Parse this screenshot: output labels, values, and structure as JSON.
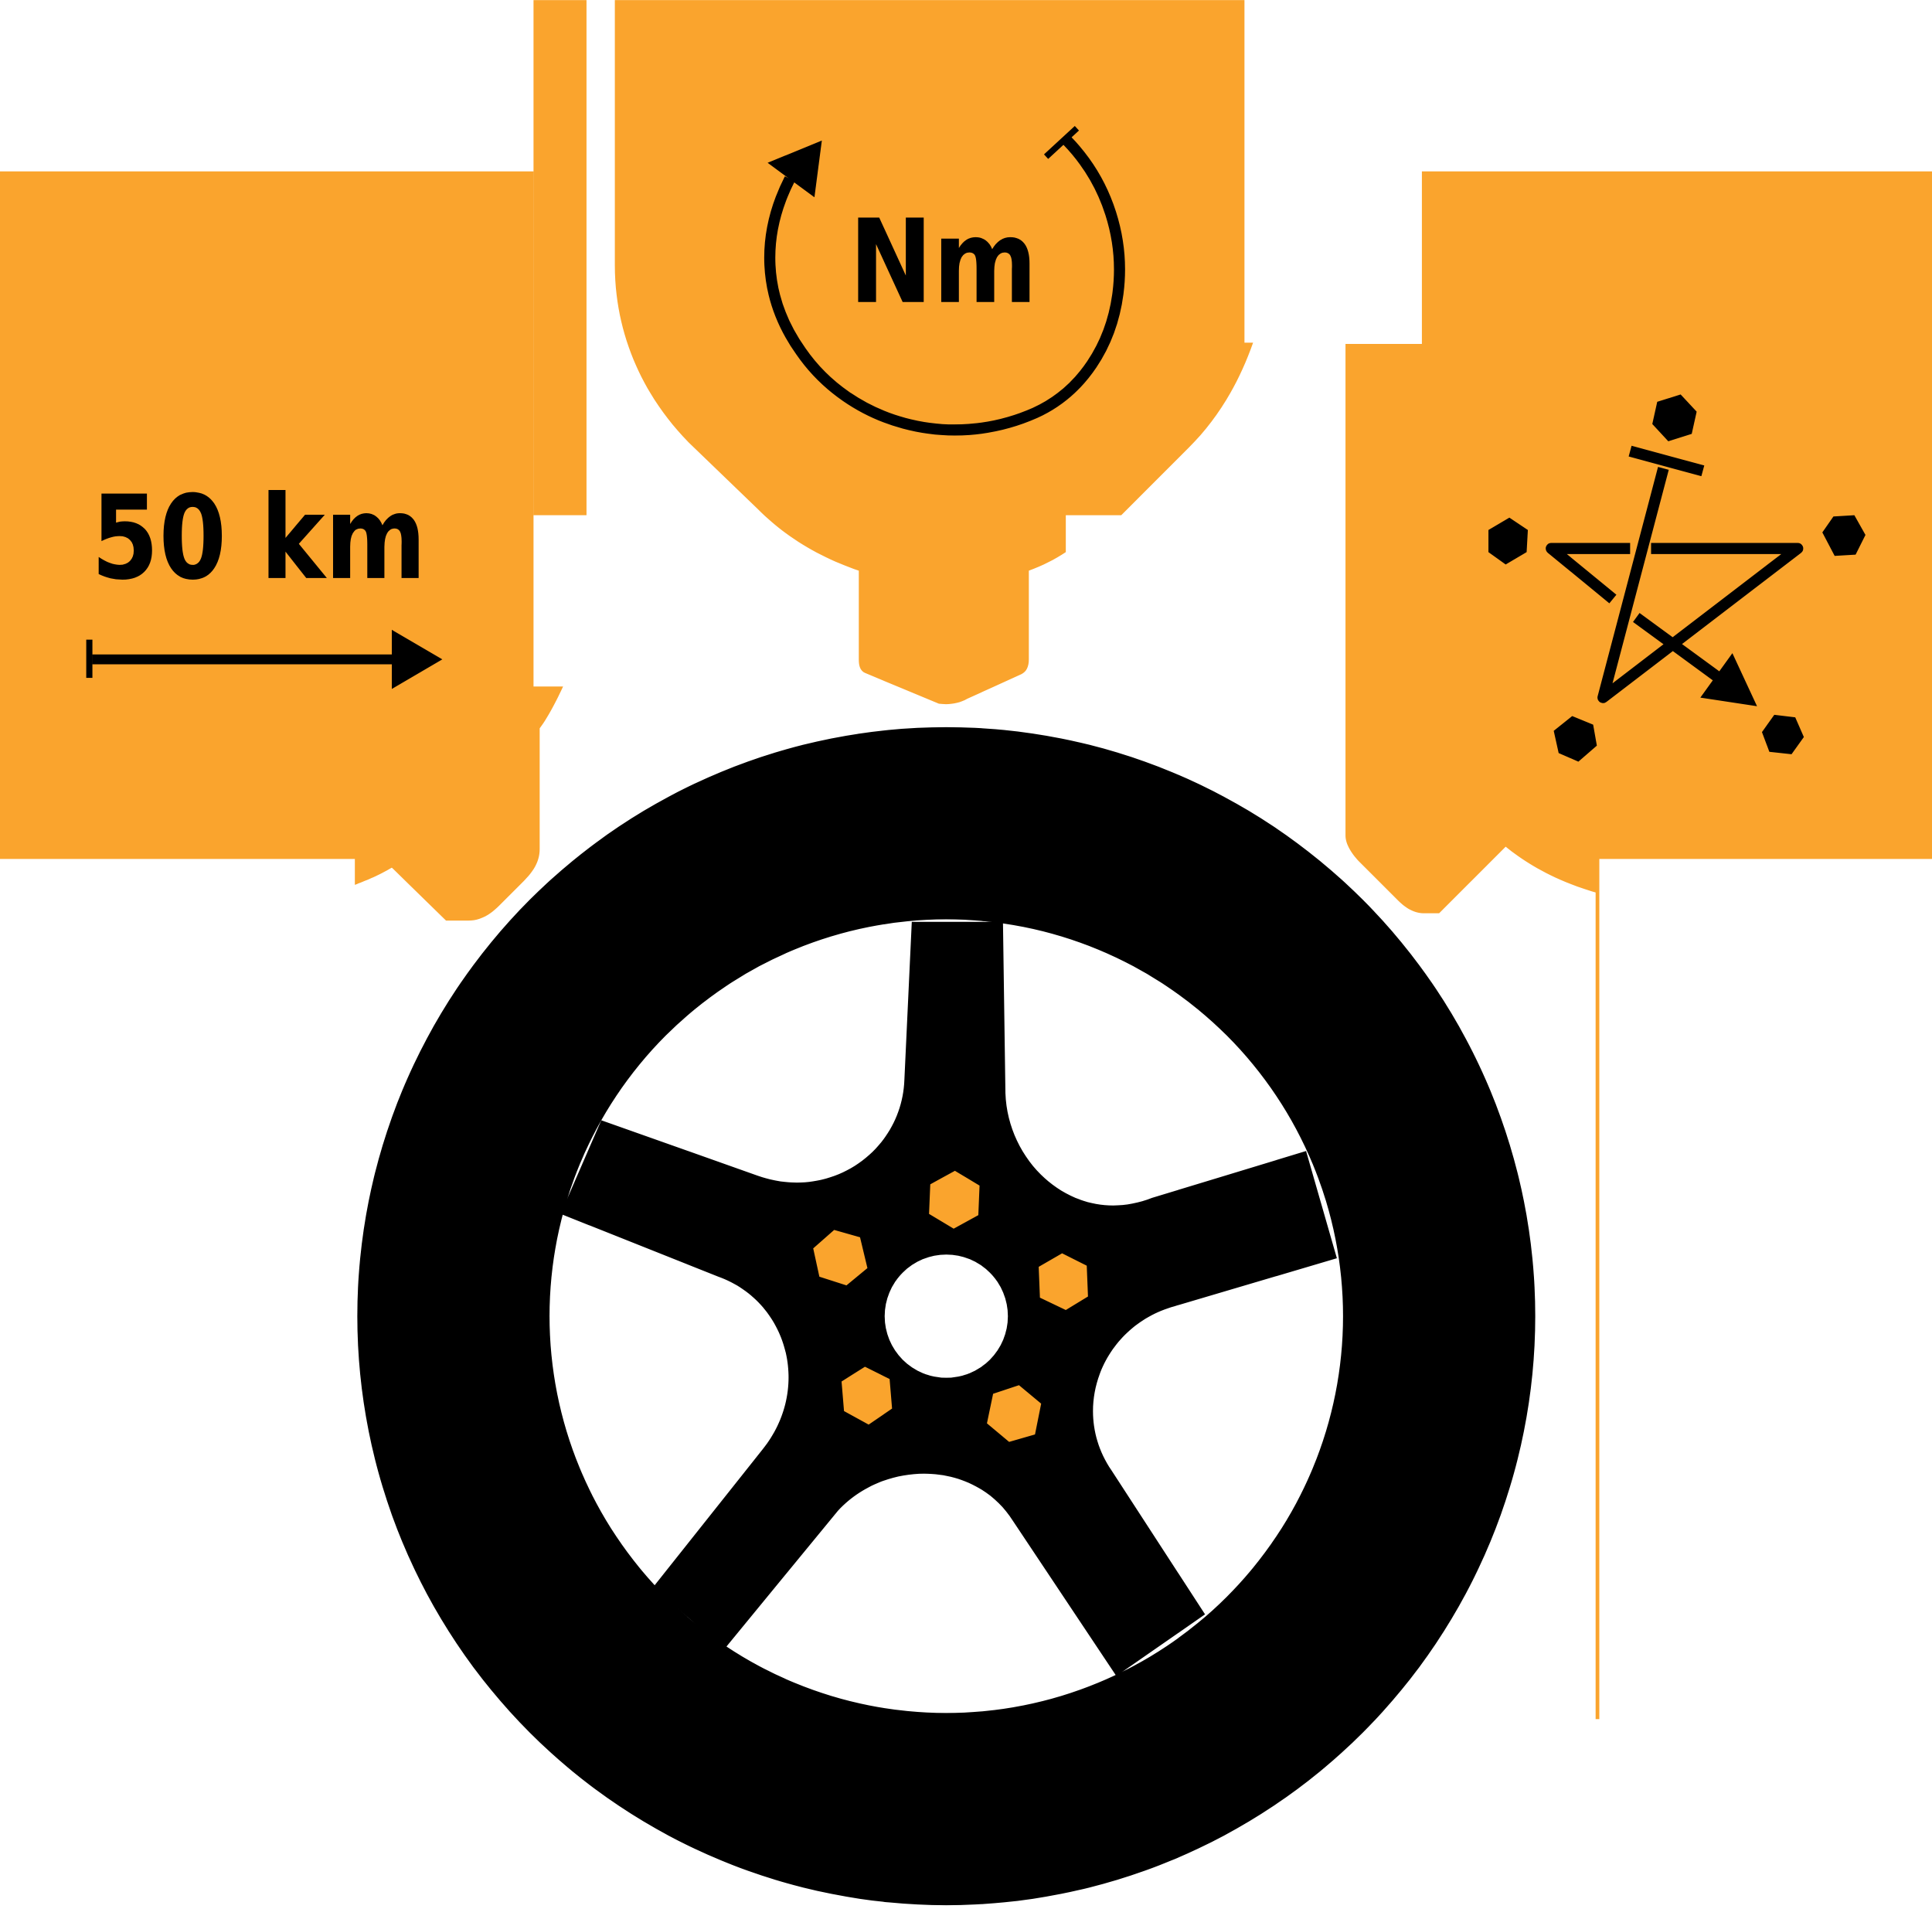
{
  "colors": {
    "accent": "#FAA42D",
    "ink": "#000000",
    "background": "#FFFFFF"
  },
  "panels": {
    "distance": {
      "label": "50 km",
      "icon": "distance-arrow-icon"
    },
    "torque": {
      "label": "Nm",
      "icon": "torque-rotation-icon"
    },
    "tightening_pattern": {
      "icon": "star-tightening-pattern-icon",
      "nut_count": 5
    }
  },
  "wheel": {
    "icon": "wheel-icon",
    "spokes": 5,
    "lug_nuts": 5
  }
}
